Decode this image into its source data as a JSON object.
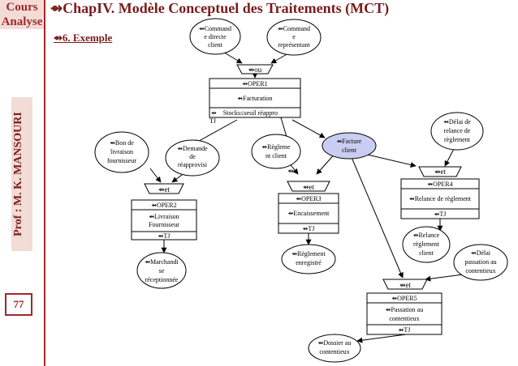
{
  "header": {
    "brand_line1": "Cours",
    "brand_line2": "Analyse",
    "title_arrow": "⇴",
    "title": "ChapIV. Modèle Conceptuel des Traitements (MCT)",
    "subtitle_arrow": "⇴",
    "subtitle": "6. Exemple"
  },
  "sidebar": {
    "author": "Prof : M. K. MANSOURI",
    "page_number": "77"
  },
  "diagram": {
    "bullet": "⇴",
    "events": {
      "cmd_direct": [
        "Command",
        "e directe",
        "client"
      ],
      "cmd_rep": [
        "Command",
        "e",
        "représentant"
      ],
      "bon_livraison": [
        "Bon de",
        "livraison",
        "fournisseur"
      ],
      "demande_reappro": [
        "Demande",
        "de",
        "réapprovisi"
      ],
      "reglement_client": [
        "Règleme",
        "nt client"
      ],
      "facture_client": [
        "Facture",
        "client"
      ],
      "delai_relance": [
        "Délai de",
        "relance de",
        "règlement"
      ],
      "marchandise": [
        "Marchandi",
        "se",
        "réceptionnée"
      ],
      "reglement_enregistre": [
        "Règlement",
        "enregistré"
      ],
      "relance_client": [
        "Relance",
        "règlement",
        "client"
      ],
      "delai_contentieux": [
        "Délai",
        "passation au",
        "contentieux"
      ],
      "dossier_contentieux": [
        "Dossier au",
        "contentieux"
      ]
    },
    "syncs": {
      "ou": "ou",
      "et": "et"
    },
    "operations": {
      "oper1": {
        "name": "OPER1",
        "action": "Facturation",
        "rule": "Stocks≤seuil réappro",
        "rule_tail": "TJ"
      },
      "oper2": {
        "name": "OPER2",
        "action": [
          "Livraison",
          "Fournisseur"
        ],
        "rule": "TJ"
      },
      "oper3": {
        "name": "OPER3",
        "action": "Encaissement",
        "rule": "TJ"
      },
      "oper4": {
        "name": "OPER4",
        "action": "Relance de règlement",
        "rule": "TJ"
      },
      "oper5": {
        "name": "OPER5",
        "action": [
          "Passation au",
          "contentieux"
        ],
        "rule": "TJ"
      }
    },
    "colors": {
      "primary": "#7a1c1c",
      "brand_bg": "#f3dcd6",
      "highlight_event": "#c9cdf2",
      "line": "#000000"
    }
  }
}
